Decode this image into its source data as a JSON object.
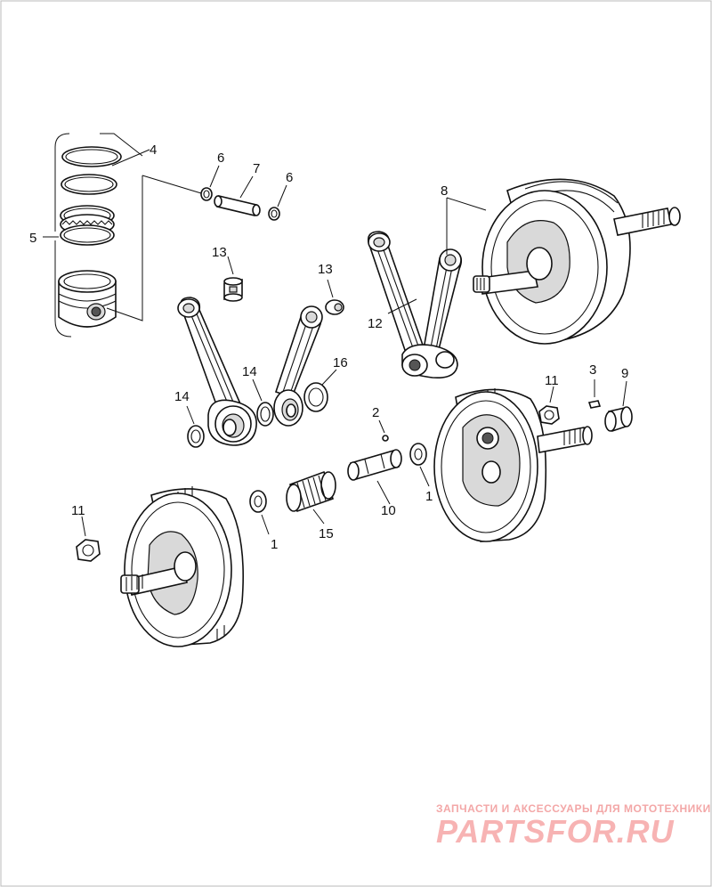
{
  "callouts": {
    "c1a": "1",
    "c1b": "1",
    "c2": "2",
    "c3": "3",
    "c4": "4",
    "c5": "5",
    "c6a": "6",
    "c6b": "6",
    "c7": "7",
    "c8": "8",
    "c9": "9",
    "c10": "10",
    "c11a": "11",
    "c11b": "11",
    "c12": "12",
    "c13a": "13",
    "c13b": "13",
    "c14a": "14",
    "c14b": "14",
    "c15": "15",
    "c16": "16"
  },
  "watermark": {
    "tagline": "ЗАПЧАСТИ И АКСЕССУАРЫ ДЛЯ МОТОТЕХНИКИ",
    "logo": "PARTSFOR.RU"
  }
}
